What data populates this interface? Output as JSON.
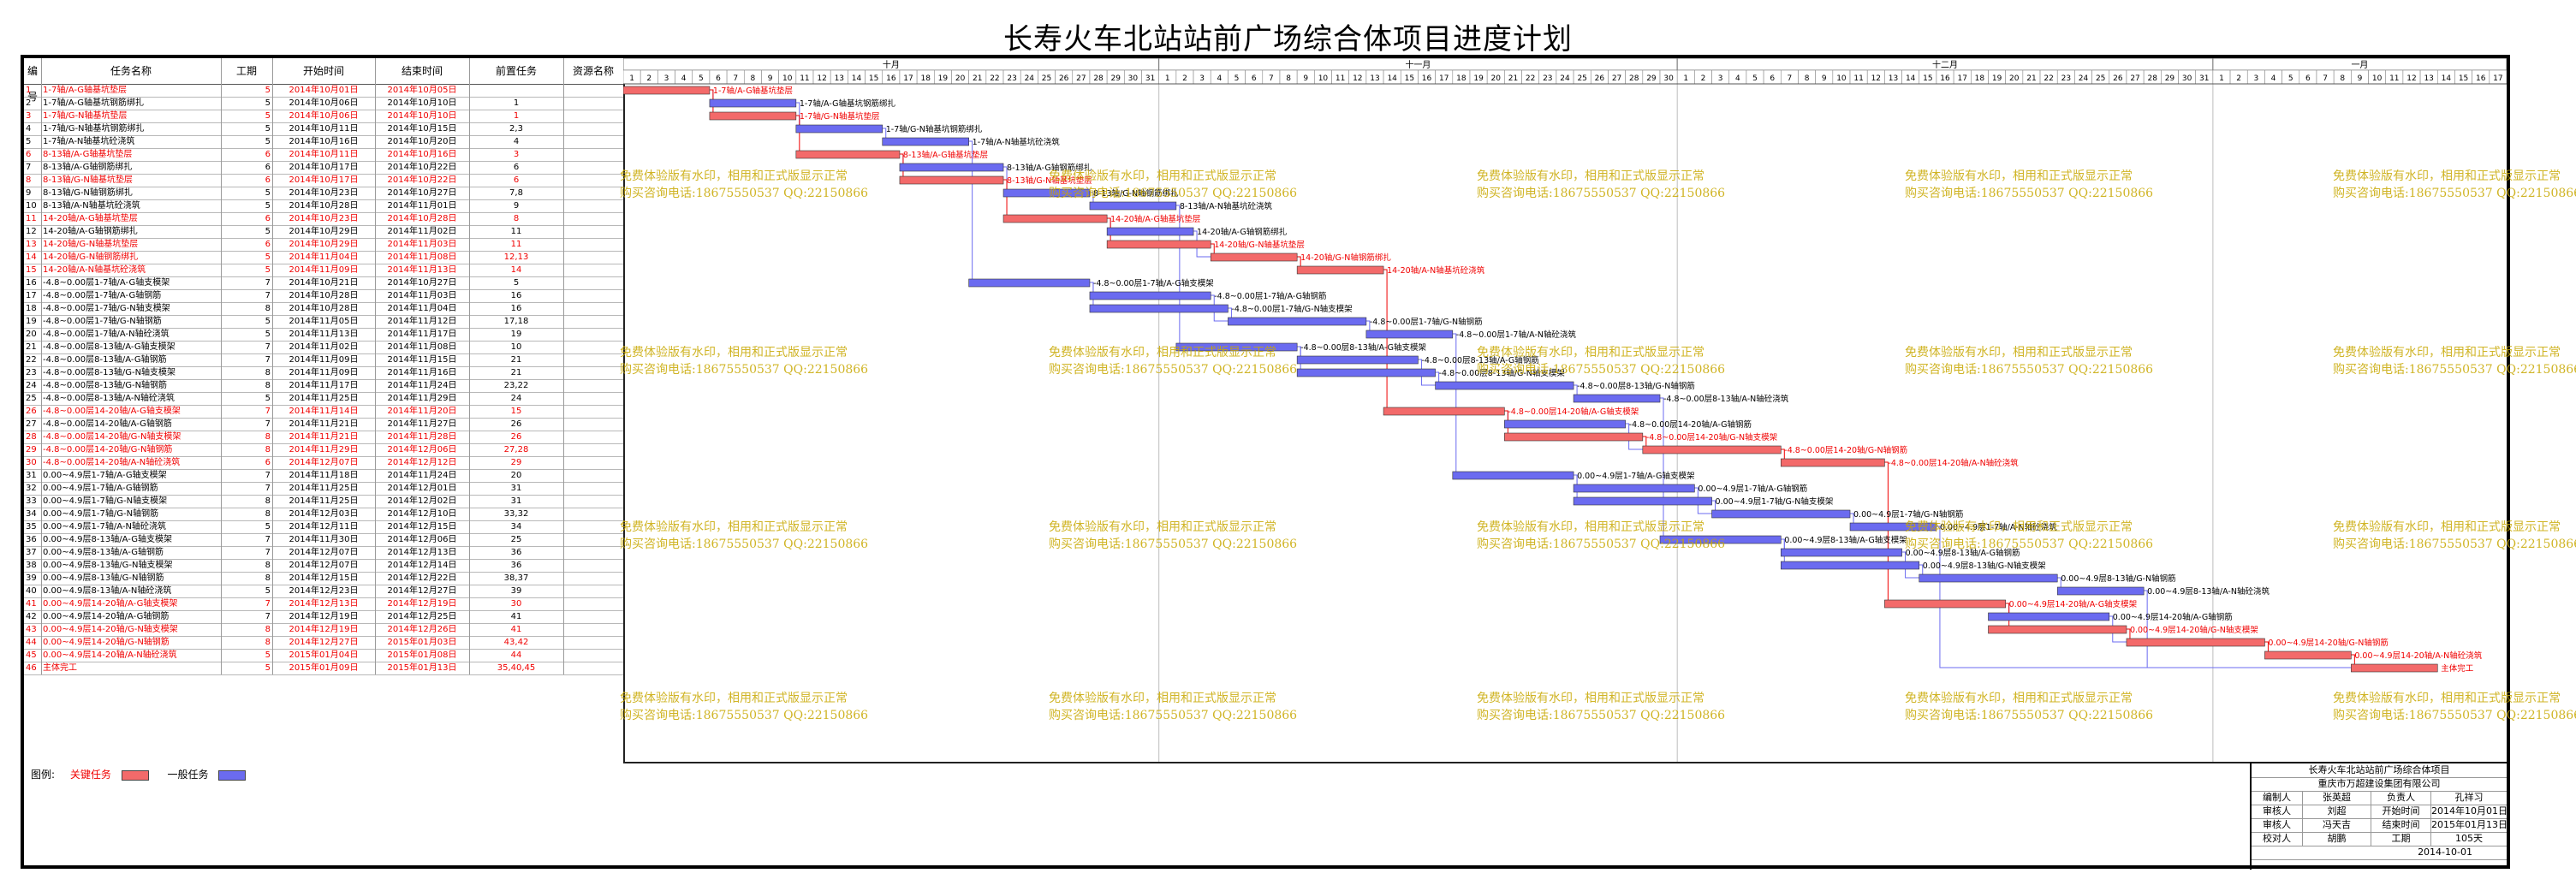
{
  "title": "长寿火车北站站前广场综合体项目进度计划",
  "table": {
    "headers": [
      "编号",
      "任务名称",
      "工期",
      "开始时间",
      "结束时间",
      "前置任务",
      "资源名称"
    ],
    "rows": [
      {
        "id": "1",
        "name": "1-7轴/A-G轴基坑垫层",
        "dur": "5",
        "start": "2014年10月01日",
        "end": "2014年10月05日",
        "pre": "",
        "crit": true
      },
      {
        "id": "2",
        "name": "1-7轴/A-G轴基坑钢筋绑扎",
        "dur": "5",
        "start": "2014年10月06日",
        "end": "2014年10月10日",
        "pre": "1",
        "crit": false
      },
      {
        "id": "3",
        "name": "1-7轴/G-N轴基坑垫层",
        "dur": "5",
        "start": "2014年10月06日",
        "end": "2014年10月10日",
        "pre": "1",
        "crit": true
      },
      {
        "id": "4",
        "name": "1-7轴/G-N轴基坑钢筋绑扎",
        "dur": "5",
        "start": "2014年10月11日",
        "end": "2014年10月15日",
        "pre": "2,3",
        "crit": false
      },
      {
        "id": "5",
        "name": "1-7轴/A-N轴基坑砼浇筑",
        "dur": "5",
        "start": "2014年10月16日",
        "end": "2014年10月20日",
        "pre": "4",
        "crit": false
      },
      {
        "id": "6",
        "name": "8-13轴/A-G轴基坑垫层",
        "dur": "6",
        "start": "2014年10月11日",
        "end": "2014年10月16日",
        "pre": "3",
        "crit": true
      },
      {
        "id": "7",
        "name": "8-13轴/A-G轴钢筋绑扎",
        "dur": "6",
        "start": "2014年10月17日",
        "end": "2014年10月22日",
        "pre": "6",
        "crit": false
      },
      {
        "id": "8",
        "name": "8-13轴/G-N轴基坑垫层",
        "dur": "6",
        "start": "2014年10月17日",
        "end": "2014年10月22日",
        "pre": "6",
        "crit": true
      },
      {
        "id": "9",
        "name": "8-13轴/G-N轴钢筋绑扎",
        "dur": "5",
        "start": "2014年10月23日",
        "end": "2014年10月27日",
        "pre": "7,8",
        "crit": false
      },
      {
        "id": "10",
        "name": "8-13轴/A-N轴基坑砼浇筑",
        "dur": "5",
        "start": "2014年10月28日",
        "end": "2014年11月01日",
        "pre": "9",
        "crit": false
      },
      {
        "id": "11",
        "name": "14-20轴/A-G轴基坑垫层",
        "dur": "6",
        "start": "2014年10月23日",
        "end": "2014年10月28日",
        "pre": "8",
        "crit": true
      },
      {
        "id": "12",
        "name": "14-20轴/A-G轴钢筋绑扎",
        "dur": "5",
        "start": "2014年10月29日",
        "end": "2014年11月02日",
        "pre": "11",
        "crit": false
      },
      {
        "id": "13",
        "name": "14-20轴/G-N轴基坑垫层",
        "dur": "6",
        "start": "2014年10月29日",
        "end": "2014年11月03日",
        "pre": "11",
        "crit": true
      },
      {
        "id": "14",
        "name": "14-20轴/G-N轴钢筋绑扎",
        "dur": "5",
        "start": "2014年11月04日",
        "end": "2014年11月08日",
        "pre": "12,13",
        "crit": true
      },
      {
        "id": "15",
        "name": "14-20轴/A-N轴基坑砼浇筑",
        "dur": "5",
        "start": "2014年11月09日",
        "end": "2014年11月13日",
        "pre": "14",
        "crit": true
      },
      {
        "id": "16",
        "name": "-4.8~0.00层1-7轴/A-G轴支模架",
        "dur": "7",
        "start": "2014年10月21日",
        "end": "2014年10月27日",
        "pre": "5",
        "crit": false
      },
      {
        "id": "17",
        "name": "-4.8~0.00层1-7轴/A-G轴钢筋",
        "dur": "7",
        "start": "2014年10月28日",
        "end": "2014年11月03日",
        "pre": "16",
        "crit": false
      },
      {
        "id": "18",
        "name": "-4.8~0.00层1-7轴/G-N轴支模架",
        "dur": "8",
        "start": "2014年10月28日",
        "end": "2014年11月04日",
        "pre": "16",
        "crit": false
      },
      {
        "id": "19",
        "name": "-4.8~0.00层1-7轴/G-N轴钢筋",
        "dur": "5",
        "start": "2014年11月05日",
        "end": "2014年11月12日",
        "pre": "17,18",
        "crit": false
      },
      {
        "id": "20",
        "name": "-4.8~0.00层1-7轴/A-N轴砼浇筑",
        "dur": "5",
        "start": "2014年11月13日",
        "end": "2014年11月17日",
        "pre": "19",
        "crit": false
      },
      {
        "id": "21",
        "name": "-4.8~0.00层8-13轴/A-G轴支模架",
        "dur": "7",
        "start": "2014年11月02日",
        "end": "2014年11月08日",
        "pre": "10",
        "crit": false
      },
      {
        "id": "22",
        "name": "-4.8~0.00层8-13轴/A-G轴钢筋",
        "dur": "7",
        "start": "2014年11月09日",
        "end": "2014年11月15日",
        "pre": "21",
        "crit": false
      },
      {
        "id": "23",
        "name": "-4.8~0.00层8-13轴/G-N轴支模架",
        "dur": "8",
        "start": "2014年11月09日",
        "end": "2014年11月16日",
        "pre": "21",
        "crit": false
      },
      {
        "id": "24",
        "name": "-4.8~0.00层8-13轴/G-N轴钢筋",
        "dur": "8",
        "start": "2014年11月17日",
        "end": "2014年11月24日",
        "pre": "23,22",
        "crit": false
      },
      {
        "id": "25",
        "name": "-4.8~0.00层8-13轴/A-N轴砼浇筑",
        "dur": "5",
        "start": "2014年11月25日",
        "end": "2014年11月29日",
        "pre": "24",
        "crit": false
      },
      {
        "id": "26",
        "name": "-4.8~0.00层14-20轴/A-G轴支模架",
        "dur": "7",
        "start": "2014年11月14日",
        "end": "2014年11月20日",
        "pre": "15",
        "crit": true
      },
      {
        "id": "27",
        "name": "-4.8~0.00层14-20轴/A-G轴钢筋",
        "dur": "7",
        "start": "2014年11月21日",
        "end": "2014年11月27日",
        "pre": "26",
        "crit": false
      },
      {
        "id": "28",
        "name": "-4.8~0.00层14-20轴/G-N轴支模架",
        "dur": "8",
        "start": "2014年11月21日",
        "end": "2014年11月28日",
        "pre": "26",
        "crit": true
      },
      {
        "id": "29",
        "name": "-4.8~0.00层14-20轴/G-N轴钢筋",
        "dur": "8",
        "start": "2014年11月29日",
        "end": "2014年12月06日",
        "pre": "27,28",
        "crit": true
      },
      {
        "id": "30",
        "name": "-4.8~0.00层14-20轴/A-N轴砼浇筑",
        "dur": "6",
        "start": "2014年12月07日",
        "end": "2014年12月12日",
        "pre": "29",
        "crit": true
      },
      {
        "id": "31",
        "name": "0.00~4.9层1-7轴/A-G轴支模架",
        "dur": "7",
        "start": "2014年11月18日",
        "end": "2014年11月24日",
        "pre": "20",
        "crit": false
      },
      {
        "id": "32",
        "name": "0.00~4.9层1-7轴/A-G轴钢筋",
        "dur": "7",
        "start": "2014年11月25日",
        "end": "2014年12月01日",
        "pre": "31",
        "crit": false
      },
      {
        "id": "33",
        "name": "0.00~4.9层1-7轴/G-N轴支模架",
        "dur": "8",
        "start": "2014年11月25日",
        "end": "2014年12月02日",
        "pre": "31",
        "crit": false
      },
      {
        "id": "34",
        "name": "0.00~4.9层1-7轴/G-N轴钢筋",
        "dur": "8",
        "start": "2014年12月03日",
        "end": "2014年12月10日",
        "pre": "33,32",
        "crit": false
      },
      {
        "id": "35",
        "name": "0.00~4.9层1-7轴/A-N轴砼浇筑",
        "dur": "5",
        "start": "2014年12月11日",
        "end": "2014年12月15日",
        "pre": "34",
        "crit": false
      },
      {
        "id": "36",
        "name": "0.00~4.9层8-13轴/A-G轴支模架",
        "dur": "7",
        "start": "2014年11月30日",
        "end": "2014年12月06日",
        "pre": "25",
        "crit": false
      },
      {
        "id": "37",
        "name": "0.00~4.9层8-13轴/A-G轴钢筋",
        "dur": "7",
        "start": "2014年12月07日",
        "end": "2014年12月13日",
        "pre": "36",
        "crit": false
      },
      {
        "id": "38",
        "name": "0.00~4.9层8-13轴/G-N轴支模架",
        "dur": "8",
        "start": "2014年12月07日",
        "end": "2014年12月14日",
        "pre": "36",
        "crit": false
      },
      {
        "id": "39",
        "name": "0.00~4.9层8-13轴/G-N轴钢筋",
        "dur": "8",
        "start": "2014年12月15日",
        "end": "2014年12月22日",
        "pre": "38,37",
        "crit": false
      },
      {
        "id": "40",
        "name": "0.00~4.9层8-13轴/A-N轴砼浇筑",
        "dur": "5",
        "start": "2014年12月23日",
        "end": "2014年12月27日",
        "pre": "39",
        "crit": false
      },
      {
        "id": "41",
        "name": "0.00~4.9层14-20轴/A-G轴支模架",
        "dur": "7",
        "start": "2014年12月13日",
        "end": "2014年12月19日",
        "pre": "30",
        "crit": true
      },
      {
        "id": "42",
        "name": "0.00~4.9层14-20轴/A-G轴钢筋",
        "dur": "7",
        "start": "2014年12月19日",
        "end": "2014年12月25日",
        "pre": "41",
        "crit": false
      },
      {
        "id": "43",
        "name": "0.00~4.9层14-20轴/G-N轴支模架",
        "dur": "8",
        "start": "2014年12月19日",
        "end": "2014年12月26日",
        "pre": "41",
        "crit": true
      },
      {
        "id": "44",
        "name": "0.00~4.9层14-20轴/G-N轴钢筋",
        "dur": "8",
        "start": "2014年12月27日",
        "end": "2015年01月03日",
        "pre": "43,42",
        "crit": true
      },
      {
        "id": "45",
        "name": "0.00~4.9层14-20轴/A-N轴砼浇筑",
        "dur": "5",
        "start": "2015年01月04日",
        "end": "2015年01月08日",
        "pre": "44",
        "crit": true
      },
      {
        "id": "46",
        "name": "主体完工",
        "dur": "5",
        "start": "2015年01月09日",
        "end": "2015年01月13日",
        "pre": "35,40,45",
        "crit": true
      }
    ]
  },
  "months": [
    {
      "label": "十月",
      "days": 31
    },
    {
      "label": "十一月",
      "days": 30
    },
    {
      "label": "十二月",
      "days": 31
    },
    {
      "label": "一月",
      "days": 17
    }
  ],
  "watermark": {
    "line1": "免费体验版有水印，相用和正式版显示正常",
    "line2": "购买咨询电话:18675550537 QQ:22150866"
  },
  "legend": {
    "label": "图例:",
    "critical": "关键任务",
    "normal": "一般任务"
  },
  "colors": {
    "critical": "#f36a6a",
    "normal": "#6b6bf0",
    "critical_text": "#f00000",
    "normal_text": "#000000"
  },
  "infobox": {
    "project": "长寿火车北站站前广场综合体项目",
    "company": "重庆市万超建设集团有限公司",
    "rows": [
      [
        "编制人",
        "张英超",
        "负责人",
        "孔祥习"
      ],
      [
        "审核人",
        "刘超",
        "开始时间",
        "2014年10月01日"
      ],
      [
        "审核人",
        "冯天吉",
        "结束时间",
        "2015年01月13日"
      ],
      [
        "校对人",
        "胡鹏",
        "工期",
        "105天"
      ]
    ],
    "date": "2014-10-01"
  }
}
